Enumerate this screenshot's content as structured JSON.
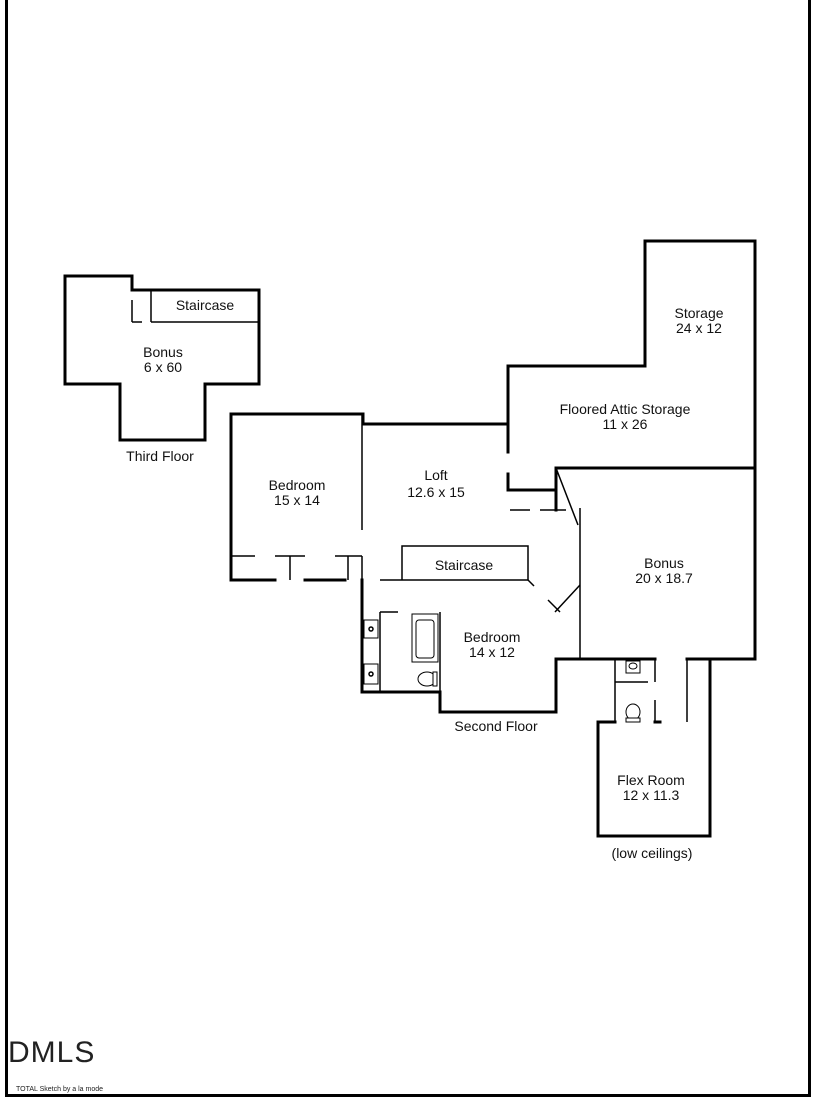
{
  "plan": {
    "third_floor": {
      "caption": "Third Floor",
      "rooms": [
        {
          "name": "Staircase",
          "dims": ""
        },
        {
          "name": "Bonus",
          "dims": "6 x 60"
        }
      ]
    },
    "second_floor": {
      "caption": "Second Floor",
      "rooms": [
        {
          "name": "Storage",
          "dims": "24 x 12"
        },
        {
          "name": "Floored Attic Storage",
          "dims": "11 x 26"
        },
        {
          "name": "Bedroom",
          "dims": "15 x 14"
        },
        {
          "name": "Loft",
          "dims": "12.6 x 15"
        },
        {
          "name": "Bonus",
          "dims": "20 x 18.7"
        },
        {
          "name": "Staircase",
          "dims": ""
        },
        {
          "name": "Bedroom",
          "dims": "14 x 12"
        },
        {
          "name": "Flex Room",
          "dims": "12 x 11.3"
        }
      ],
      "note": "(low ceilings)"
    }
  },
  "branding": {
    "logo": "DMLS",
    "credit": "TOTAL Sketch by a la mode"
  }
}
